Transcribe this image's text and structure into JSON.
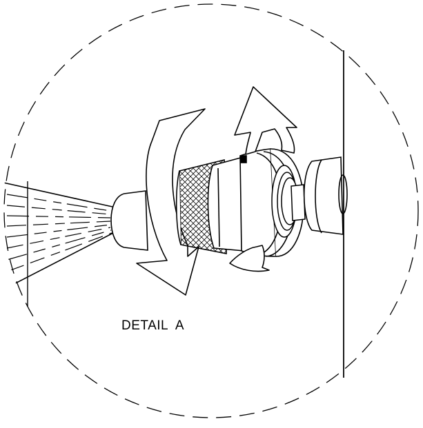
{
  "figure": {
    "caption": "DETAIL  A",
    "colors": {
      "line": "#000000",
      "background": "#ffffff"
    },
    "parts": [
      "spray-pattern",
      "spray-nozzle",
      "knurled-grip",
      "coupler-collar",
      "quick-connect-fitting",
      "wall-fitting",
      "wall"
    ],
    "symbols": [
      "rotation-arrow",
      "rotation-arrow-small",
      "detail-boundary-circle"
    ]
  }
}
